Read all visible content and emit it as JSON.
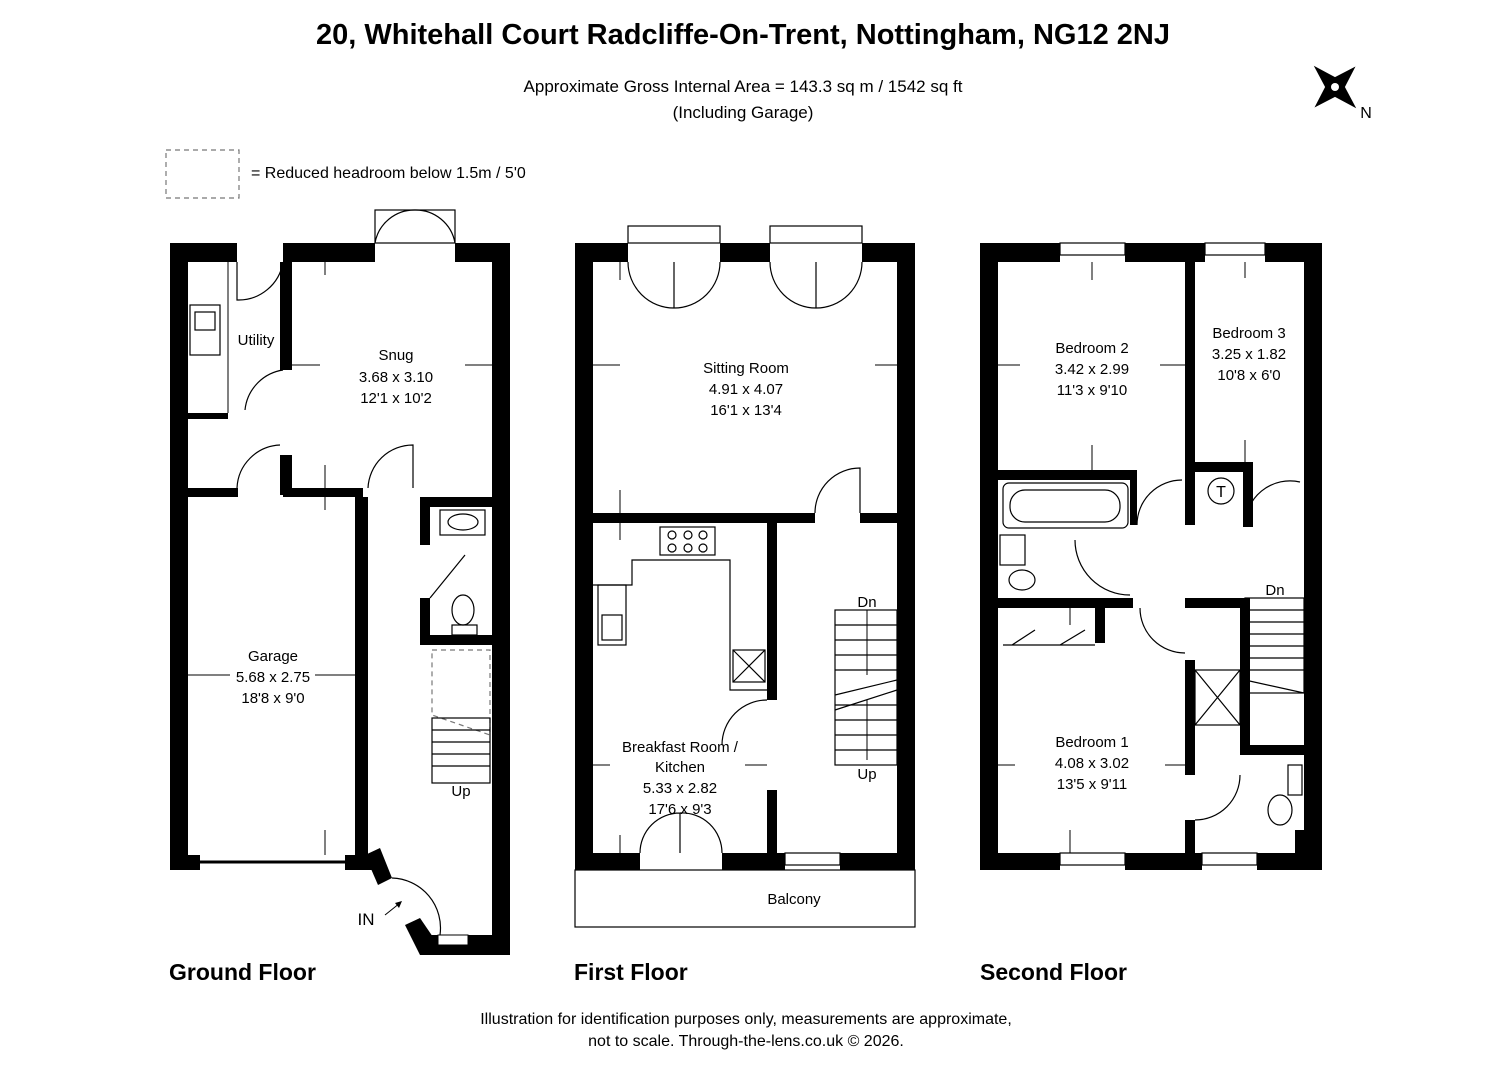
{
  "header": {
    "title": "20, Whitehall Court Radcliffe-On-Trent, Nottingham, NG12 2NJ",
    "area": "Approximate Gross Internal Area = 143.3 sq m / 1542 sq ft",
    "area_note": "(Including Garage)",
    "legend": "= Reduced headroom below 1.5m / 5'0",
    "compass_label": "N"
  },
  "ground": {
    "label": "Ground Floor",
    "utility": "Utility",
    "snug": {
      "name": "Snug",
      "metric": "3.68 x 3.10",
      "imperial": "12'1 x 10'2"
    },
    "garage": {
      "name": "Garage",
      "metric": "5.68 x 2.75",
      "imperial": "18'8 x 9'0"
    },
    "up": "Up",
    "in": "IN"
  },
  "first": {
    "label": "First Floor",
    "sitting": {
      "name": "Sitting Room",
      "metric": "4.91 x 4.07",
      "imperial": "16'1 x 13'4"
    },
    "kitchen": {
      "name": "Breakfast Room /",
      "name2": "Kitchen",
      "metric": "5.33 x 2.82",
      "imperial": "17'6 x 9'3"
    },
    "dn": "Dn",
    "up": "Up",
    "balcony": "Balcony"
  },
  "second": {
    "label": "Second Floor",
    "bed2": {
      "name": "Bedroom 2",
      "metric": "3.42 x 2.99",
      "imperial": "11'3 x 9'10"
    },
    "bed3": {
      "name": "Bedroom 3",
      "metric": "3.25 x 1.82",
      "imperial": "10'8 x 6'0"
    },
    "bed1": {
      "name": "Bedroom 1",
      "metric": "4.08 x 3.02",
      "imperial": "13'5 x 9'11"
    },
    "dn": "Dn",
    "tank": "T"
  },
  "footer": {
    "line1": "Illustration for identification purposes only, measurements are approximate,",
    "line2": "not to scale. Through-the-lens.co.uk © 2026."
  }
}
